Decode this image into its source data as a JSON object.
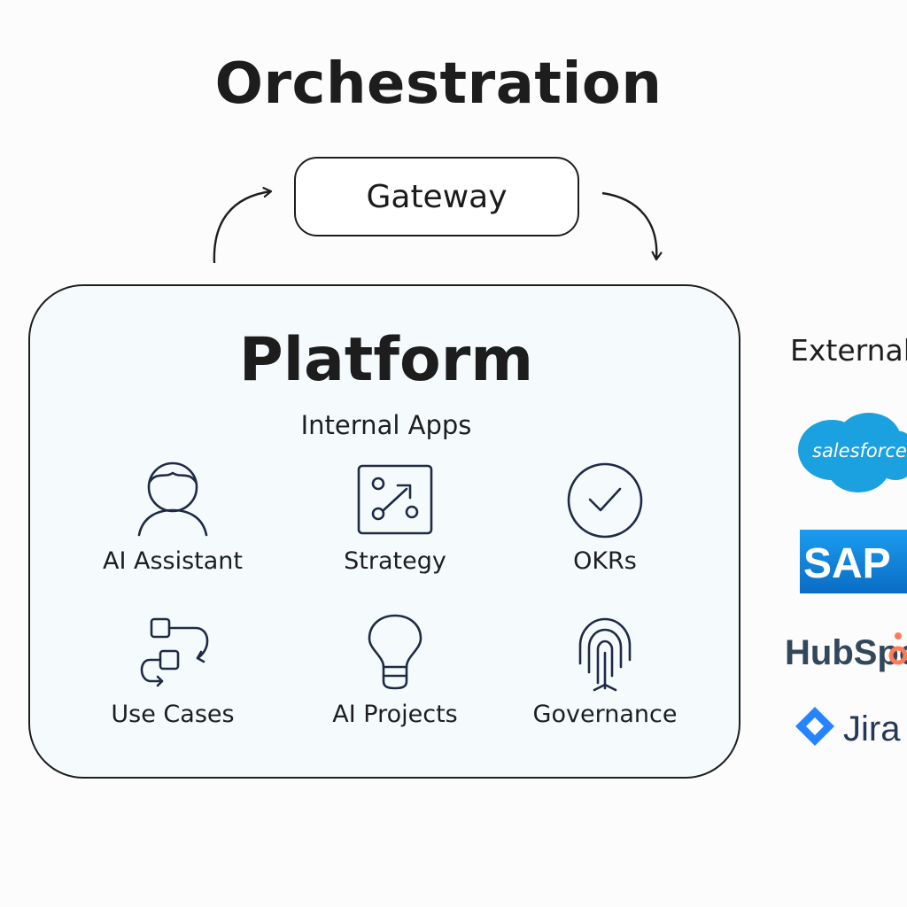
{
  "diagram": {
    "title": "Orchestration",
    "gateway": {
      "label": "Gateway"
    },
    "platform": {
      "title": "Platform",
      "section_label": "Internal Apps",
      "apps": [
        {
          "label": "AI Assistant",
          "icon": "person-icon"
        },
        {
          "label": "Strategy",
          "icon": "strategy-board-icon"
        },
        {
          "label": "OKRs",
          "icon": "check-circle-icon"
        },
        {
          "label": "Use Cases",
          "icon": "flow-icon"
        },
        {
          "label": "AI Projects",
          "icon": "lightbulb-icon"
        },
        {
          "label": "Governance",
          "icon": "fingerprint-icon"
        }
      ]
    },
    "external": {
      "label": "External",
      "logos": [
        {
          "name": "salesforce",
          "text": "salesforce",
          "color": "#1ba1e0"
        },
        {
          "name": "sap",
          "text": "SAP",
          "color": "#0a7ad4"
        },
        {
          "name": "hubspot",
          "text": "HubSpot",
          "color": "#ff7a59"
        },
        {
          "name": "jira",
          "text": "Jira",
          "color": "#2684ff"
        }
      ]
    }
  },
  "colors": {
    "stroke": "#1e1e1e",
    "icon_stroke": "#1f2a44",
    "platform_fill": "#f5fbfd"
  }
}
